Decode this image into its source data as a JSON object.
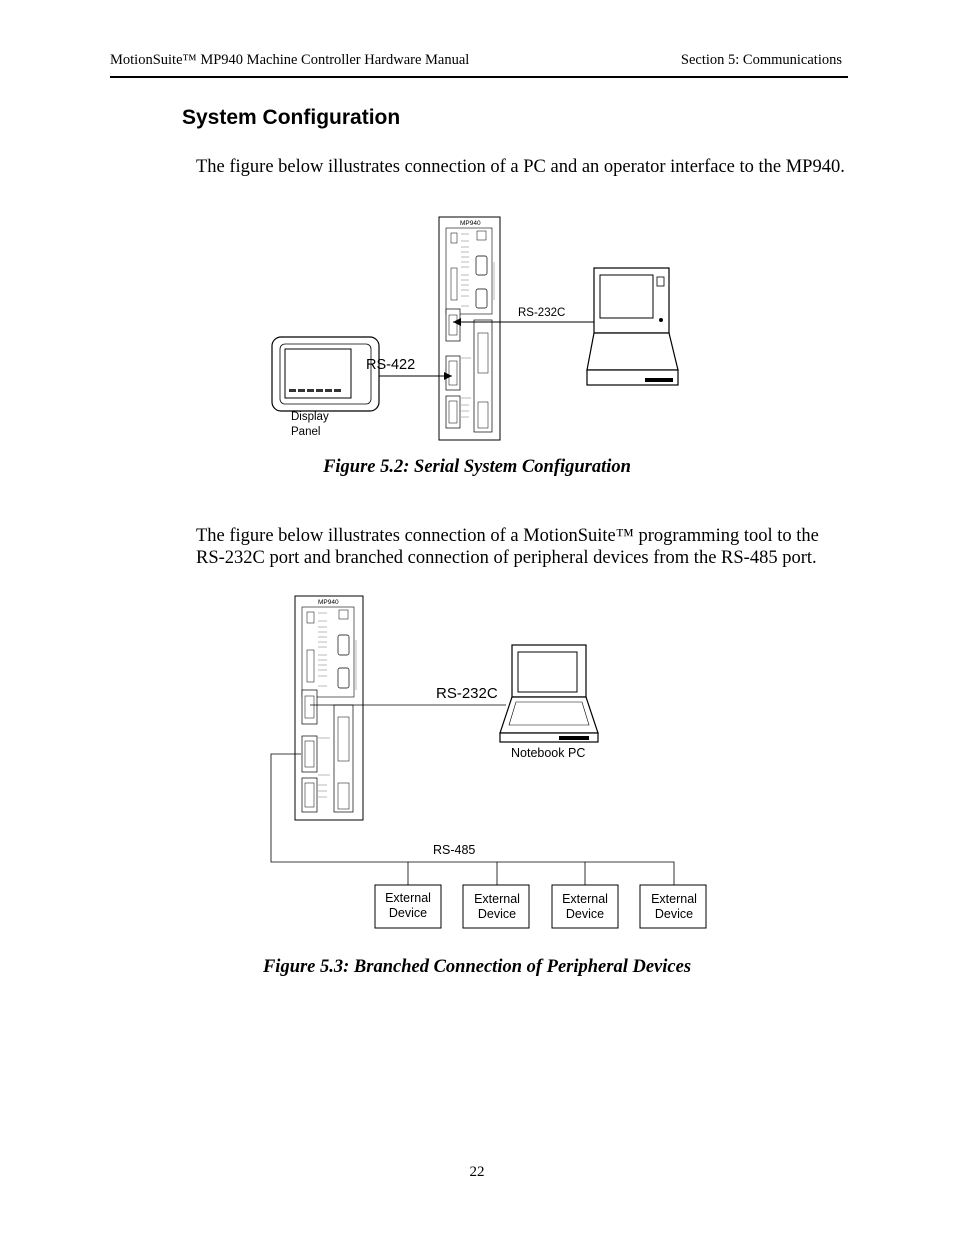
{
  "header": {
    "title": "MotionSuite™ MP940 Machine Controller Hardware Manual",
    "section": "Section 5: Communications"
  },
  "heading": "System Configuration",
  "paragraph1": "The figure below illustrates connection of a PC and an operator interface to the MP940.",
  "figure1": {
    "controller_label": "MP940",
    "rs422_label": "RS-422",
    "rs232c_label": "RS-232C",
    "display_label_line1": "Display",
    "display_label_line2": "Panel",
    "caption": "Figure 5.2:  Serial System Configuration"
  },
  "paragraph2": "The figure below illustrates connection of a MotionSuite™ programming tool to the RS-232C port and branched connection of peripheral devices from the RS-485 port.",
  "figure2": {
    "controller_label": "MP940",
    "rs232c_label": "RS-232C",
    "notebook_label": "Notebook PC",
    "rs485_label": "RS-485",
    "devices": [
      {
        "line1": "External",
        "line2": "Device"
      },
      {
        "line1": "External",
        "line2": "Device"
      },
      {
        "line1": "External",
        "line2": "Device"
      },
      {
        "line1": "External",
        "line2": "Device"
      }
    ],
    "caption": "Figure 5.3: Branched Connection of Peripheral Devices"
  },
  "page_number": "22"
}
